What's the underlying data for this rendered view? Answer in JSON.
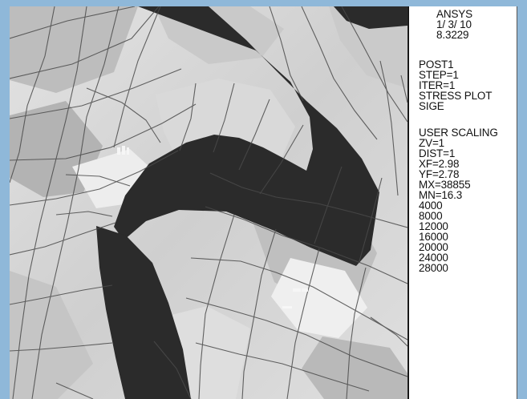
{
  "colors": {
    "outer_background": "#8fb8d9",
    "plot_background": "#d7d7d7",
    "legend_background": "#ffffff",
    "cutout": "#2b2b2b",
    "mesh": "#4a4a4a"
  },
  "legend": {
    "header": [
      "ANSYS",
      "1/ 3/ 10",
      "8.3229"
    ],
    "post": [
      "POST1",
      "STEP=1",
      "ITER=1",
      "STRESS PLOT",
      "SIGE"
    ],
    "scaling": [
      "USER SCALING",
      "ZV=1",
      "DIST=1",
      "XF=2.98",
      "YF=2.78",
      "MX=38855",
      "MN=16.3"
    ],
    "contours": [
      "4000",
      "8000",
      "12000",
      "16000",
      "20000",
      "24000",
      "28000"
    ]
  }
}
